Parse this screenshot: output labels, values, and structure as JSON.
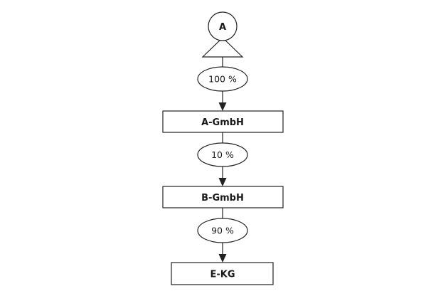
{
  "owner": {
    "label": "A"
  },
  "entities": [
    {
      "name": "A-GmbH"
    },
    {
      "name": "B-GmbH"
    },
    {
      "name": "E-KG"
    }
  ],
  "stakes": [
    {
      "label": "100 %"
    },
    {
      "label": "10 %"
    },
    {
      "label": "90 %"
    }
  ]
}
